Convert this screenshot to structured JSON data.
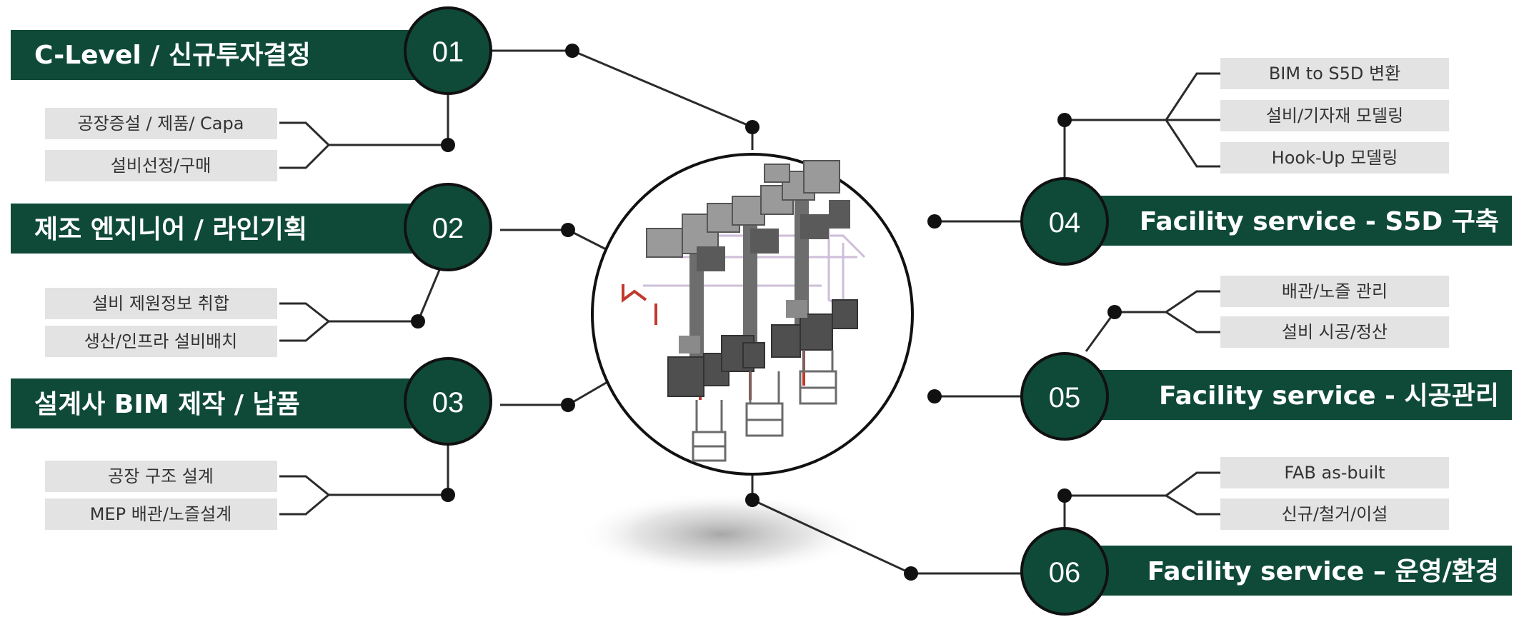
{
  "colors": {
    "accent": "#0f4a38",
    "box_fill": "#e3e3e3",
    "line": "#2b2b2b"
  },
  "sections": [
    {
      "number": "01",
      "title": "C-Level / 신규투자결정",
      "items": [
        "공장증설 / 제품/ Capa",
        "설비선정/구매"
      ]
    },
    {
      "number": "02",
      "title": "제조 엔지니어 / 라인기획",
      "items": [
        "설비 제원정보 취합",
        "생산/인프라 설비배치"
      ]
    },
    {
      "number": "03",
      "title": "설계사 BIM 제작 / 납품",
      "items": [
        "공장 구조 설계",
        "MEP 배관/노즐설계"
      ]
    },
    {
      "number": "04",
      "title": "Facility service - S5D 구축",
      "items": [
        "BIM to S5D 변환",
        "설비/기자재 모델링",
        "Hook-Up 모델링"
      ]
    },
    {
      "number": "05",
      "title": "Facility service - 시공관리",
      "items": [
        "배관/노즐 관리",
        "설비 시공/정산"
      ]
    },
    {
      "number": "06",
      "title": "Facility service – 운영/환경",
      "items": [
        "FAB as-built",
        "신규/철거/이설"
      ]
    }
  ],
  "center_image": "3d-plant-bim-model"
}
